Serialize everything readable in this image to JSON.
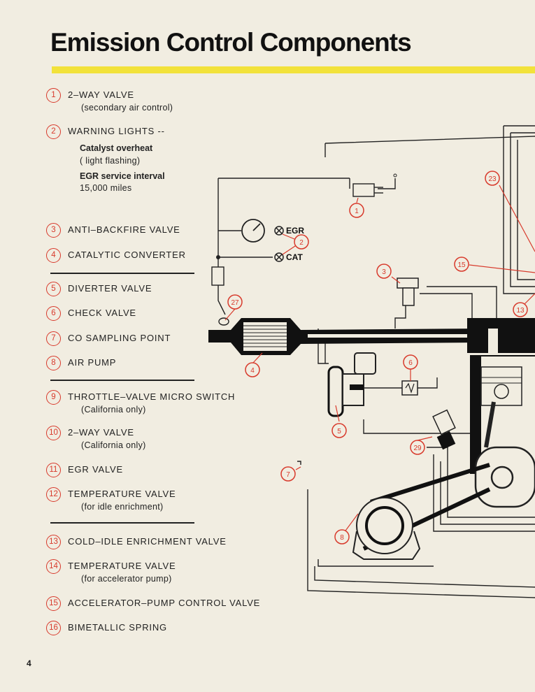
{
  "title": "Emission Control  Components",
  "page_number": "4",
  "legend": {
    "item1": {
      "num": "1",
      "label": "2–WAY VALVE",
      "sub": "(secondary air control)"
    },
    "item2": {
      "num": "2",
      "label": "WARNING LIGHTS --",
      "catalyst_label": "Catalyst overheat",
      "catalyst_sub": "( light flashing)",
      "egr_label": "EGR service interval",
      "egr_sub": "15,000 miles"
    },
    "item3": {
      "num": "3",
      "label": "ANTI–BACKFIRE VALVE"
    },
    "item4": {
      "num": "4",
      "label": "CATALYTIC CONVERTER"
    },
    "item5": {
      "num": "5",
      "label": "DIVERTER VALVE"
    },
    "item6": {
      "num": "6",
      "label": "CHECK VALVE"
    },
    "item7": {
      "num": "7",
      "label": "CO SAMPLING POINT"
    },
    "item8": {
      "num": "8",
      "label": "AIR PUMP"
    },
    "item9": {
      "num": "9",
      "label": "THROTTLE–VALVE MICRO SWITCH",
      "sub": "(California only)"
    },
    "item10": {
      "num": "10",
      "label": "2–WAY VALVE",
      "sub": "(California only)"
    },
    "item11": {
      "num": "11",
      "label": "EGR VALVE"
    },
    "item12": {
      "num": "12",
      "label": "TEMPERATURE VALVE",
      "sub": "(for idle enrichment)"
    },
    "item13": {
      "num": "13",
      "label": "COLD–IDLE ENRICHMENT VALVE"
    },
    "item14": {
      "num": "14",
      "label": "TEMPERATURE VALVE",
      "sub": "(for accelerator pump)"
    },
    "item15": {
      "num": "15",
      "label": "ACCELERATOR–PUMP CONTROL VALVE"
    },
    "item16": {
      "num": "16",
      "label": "BIMETALLIC SPRING"
    }
  },
  "diagram": {
    "gauge_egr": "EGR",
    "gauge_cat": "CAT",
    "callouts": [
      "1",
      "2",
      "3",
      "4",
      "5",
      "6",
      "7",
      "8",
      "13",
      "15",
      "23",
      "27",
      "29"
    ]
  },
  "colors": {
    "accent_bar": "#f2e23a",
    "callout": "#d83a2c",
    "paper": "#f1ede1"
  }
}
